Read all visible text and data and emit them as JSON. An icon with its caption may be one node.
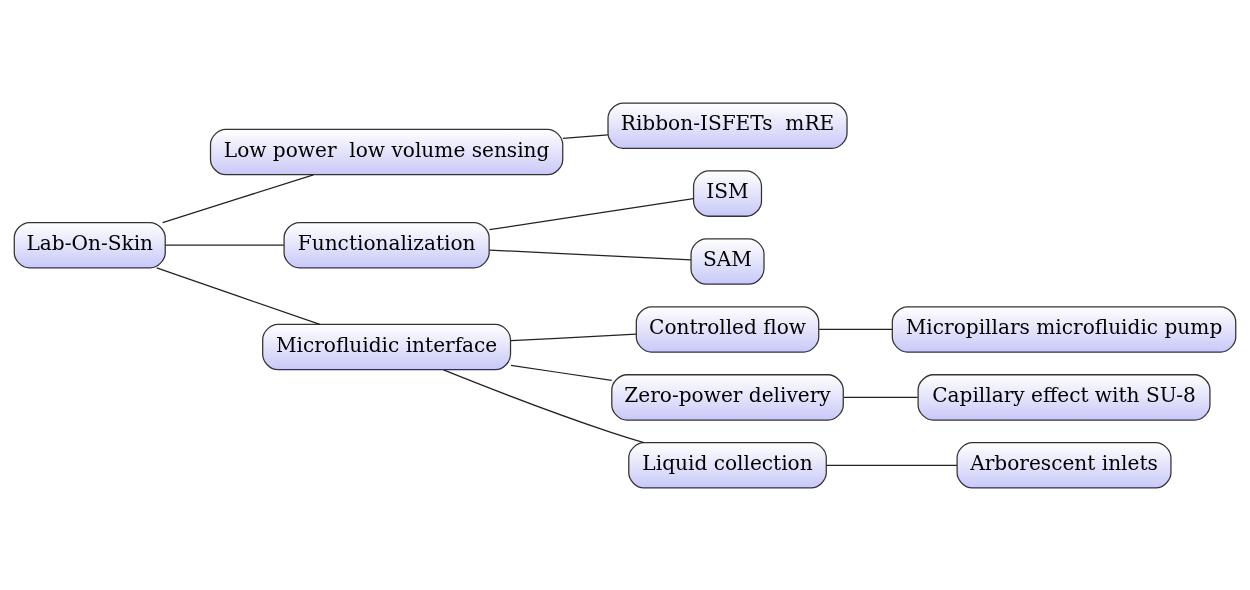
{
  "diagram": {
    "nodes": [
      {
        "text": [
          "Lab-On-Skin"
        ]
      },
      {
        "text": [
          "Low power  low volume sensing"
        ]
      },
      {
        "text": [
          "Ribbon-ISFETs  mRE"
        ]
      },
      {
        "text": [
          "Functionalization"
        ]
      },
      {
        "text": [
          "ISM"
        ]
      },
      {
        "text": [
          "SAM"
        ]
      },
      {
        "text": [
          "Microfluidic interface"
        ]
      },
      {
        "text": [
          "Controlled flow"
        ]
      },
      {
        "text": [
          "Micropillars microfluidic pump"
        ]
      },
      {
        "text": [
          "Zero-power delivery"
        ]
      },
      {
        "text": [
          "Capillary effect with SU-8"
        ]
      },
      {
        "text": [
          "Liquid collection"
        ]
      },
      {
        "text": [
          "Arborescent inlets"
        ]
      }
    ],
    "edges": [
      {
        "from": 0,
        "to": 1,
        "arrow": "none"
      },
      {
        "from": 1,
        "to": 2,
        "arrow": "none"
      },
      {
        "from": 0,
        "to": 3,
        "arrow": "none"
      },
      {
        "from": 3,
        "to": 4,
        "arrow": "none"
      },
      {
        "from": 3,
        "to": 5,
        "arrow": "none"
      },
      {
        "from": 0,
        "to": 6,
        "arrow": "none"
      },
      {
        "from": 6,
        "to": 7,
        "arrow": "none"
      },
      {
        "from": 7,
        "to": 8,
        "arrow": "none"
      },
      {
        "from": 6,
        "to": 9,
        "arrow": "none"
      },
      {
        "from": 9,
        "to": 10,
        "arrow": "none"
      },
      {
        "from": 6,
        "to": 11,
        "arrow": "none"
      },
      {
        "from": 11,
        "to": 12,
        "arrow": "none"
      }
    ]
  }
}
